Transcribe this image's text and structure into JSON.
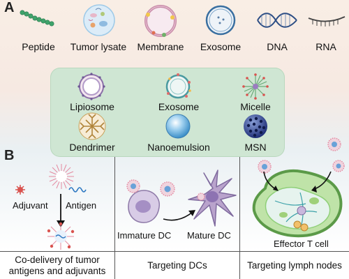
{
  "panels": {
    "a_letter": "A",
    "b_letter": "B"
  },
  "antigens": [
    "Peptide",
    "Tumor lysate",
    "Membrane",
    "Exosome",
    "DNA",
    "RNA"
  ],
  "carriers": [
    "Lipiosome",
    "Exosome",
    "Micelle",
    "Dendrimer",
    "Nanoemulsion",
    "MSN"
  ],
  "codelivery": {
    "adjuvant": "Adjuvant",
    "antigen": "Antigen"
  },
  "dc": {
    "immature": "Immature DC",
    "mature": "Mature DC"
  },
  "lymph": {
    "effector": "Effector T cell"
  },
  "captions": {
    "codelivery_line1": "Co-delivery of tumor",
    "codelivery_line2": "antigens and adjuvants",
    "dc": "Targeting DCs",
    "lymph": "Targeting lymph nodes"
  },
  "colors": {
    "peptide": "#3fa36b",
    "lysate": "#9ecae8",
    "membrane": "#c88ba8",
    "exosome": "#3a6fa0",
    "dna": "#2c4d84",
    "rna": "#444444",
    "green_box": "#cfe6d3",
    "dc_cell": "#b9a3cc",
    "lymph_node": "#9fd08a"
  }
}
